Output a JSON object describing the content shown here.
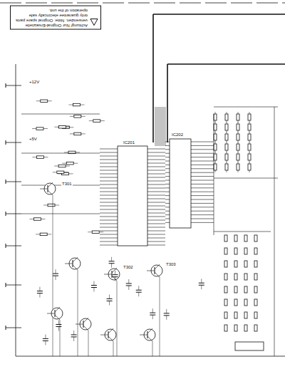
{
  "diagram": {
    "nodes": [
      {
        "text": [
          "Achtung! Nur Original-Ersatzteile verwenden. Note: Original spare parts only guarantee electrically safe operation of the unit."
        ]
      }
    ],
    "labels": [
      "IC201",
      "IC202",
      "T301",
      "T302",
      "T303",
      "+12V",
      "+5V"
    ]
  }
}
